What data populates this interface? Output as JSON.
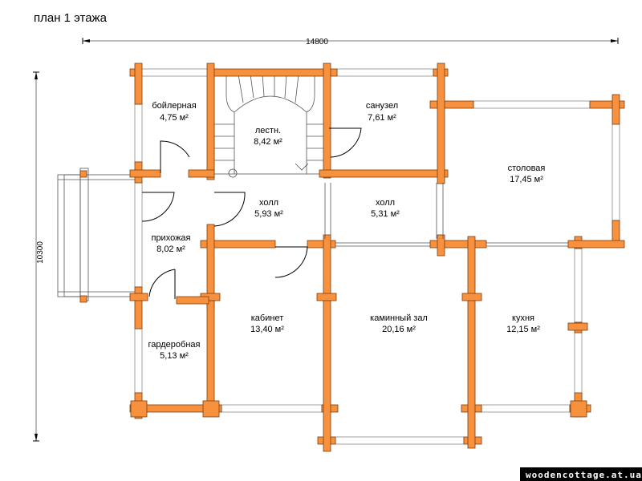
{
  "title": "план 1 этажа",
  "dimensions": {
    "width": "14800",
    "height": "10300"
  },
  "rooms": [
    {
      "name": "бойлерная",
      "area": "4,75 м²"
    },
    {
      "name": "лестн.",
      "area": "8,42 м²"
    },
    {
      "name": "санузел",
      "area": "7,61 м²"
    },
    {
      "name": "столовая",
      "area": "17,45 м²"
    },
    {
      "name": "холл",
      "area": "5,93 м²"
    },
    {
      "name": "холл",
      "area": "5,31 м²"
    },
    {
      "name": "прихожая",
      "area": "8,02 м²"
    },
    {
      "name": "кабинет",
      "area": "13,40 м²"
    },
    {
      "name": "каминный зал",
      "area": "20,16 м²"
    },
    {
      "name": "кухня",
      "area": "12,15 м²"
    },
    {
      "name": "гардеробная",
      "area": "5,13 м²"
    }
  ],
  "watermark": "woodencottage.at.ua",
  "colors": {
    "wall": "#f7913d",
    "wall_outline": "#7a3d10",
    "window": "#ffffff",
    "watermark_bg": "#000000"
  }
}
